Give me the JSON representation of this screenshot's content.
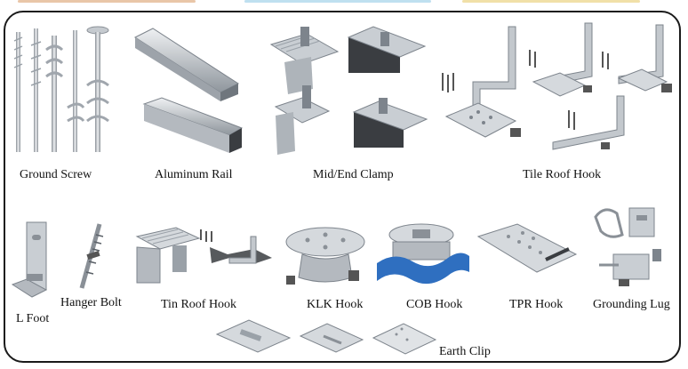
{
  "colors": {
    "metal_light": "#e4e7ea",
    "metal_mid": "#b7bcc2",
    "metal_dark": "#7d848c",
    "rail_dark": "#3a3d41",
    "cob_blue": "#2f6fc0",
    "frame": "#1a1a1a"
  },
  "labels": {
    "ground_screw": "Ground Screw",
    "aluminum_rail": "Aluminum Rail",
    "mid_end_clamp": "Mid/End Clamp",
    "tile_roof_hook": "Tile Roof Hook",
    "l_foot": "L Foot",
    "hanger_bolt": "Hanger Bolt",
    "tin_roof_hook": "Tin Roof Hook",
    "klk_hook": "KLK Hook",
    "cob_hook": "COB Hook",
    "tpr_hook": "TPR Hook",
    "grounding_lug": "Grounding Lug",
    "earth_clip": "Earth Clip"
  }
}
